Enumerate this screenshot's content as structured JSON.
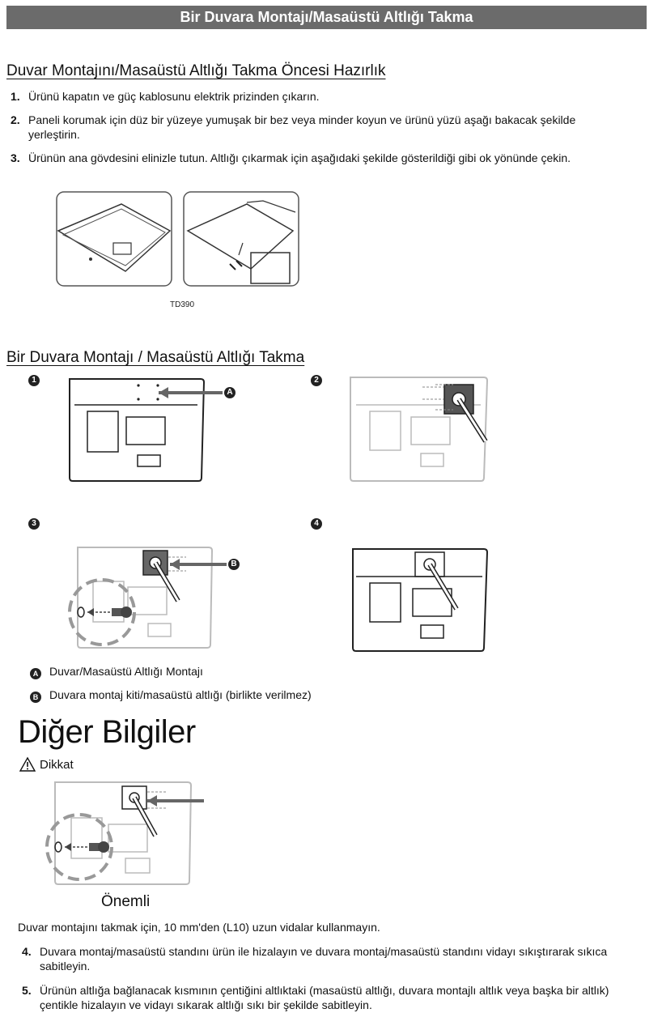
{
  "header": {
    "title": "Bir Duvara Montajı/Masaüstü Altlığı Takma"
  },
  "prep": {
    "heading": "Duvar Montajını/Masaüstü Altlığı Takma Öncesi Hazırlık",
    "steps": [
      {
        "num": "1.",
        "text": "Ürünü kapatın ve güç kablosunu elektrik prizinden çıkarın."
      },
      {
        "num": "2.",
        "text": "Paneli korumak için düz bir yüzeye yumuşak bir bez veya minder koyun ve ürünü yüzü aşağı bakacak şekilde",
        "text2": "yerleştirin."
      },
      {
        "num": "3.",
        "text": "Ürünün ana gövdesini elinizle tutun. Altlığı çıkarmak için aşağıdaki şekilde gösterildiği gibi ok yönünde çekin."
      }
    ],
    "figure_caption": "TD390"
  },
  "attach": {
    "heading": "Bir Duvara Montajı / Masaüstü Altlığı Takma",
    "panel_numbers": [
      "1",
      "2",
      "3",
      "4"
    ],
    "callout_a": "A",
    "callout_b": "B",
    "legend": [
      {
        "badge": "A",
        "text": "Duvar/Masaüstü Altlığı Montajı"
      },
      {
        "badge": "B",
        "text": "Duvara montaj kiti/masaüstü altlığı (birlikte verilmez)"
      }
    ]
  },
  "other": {
    "title": "Diğer Bilgiler",
    "caution_label": "Dikkat",
    "important_label": "Önemli",
    "note": "Duvar montajını takmak için, 10 mm'den (L10) uzun vidalar kullanmayın.",
    "steps": [
      {
        "num": "4.",
        "text": "Duvara montaj/masaüstü standını ürün ile hizalayın ve duvara montaj/masaüstü standını vidayı sıkıştırarak sıkıca",
        "text2": "sabitleyin."
      },
      {
        "num": "5.",
        "text": "Ürünün altlığa bağlanacak kısmının çentiğini altlıktaki (masaüstü altlığı, duvara montajlı altlık veya başka bir altlık)",
        "text2": "çentikle hizalayın ve vidayı sıkarak altlığı sıkı bir şekilde sabitleyin."
      }
    ]
  }
}
